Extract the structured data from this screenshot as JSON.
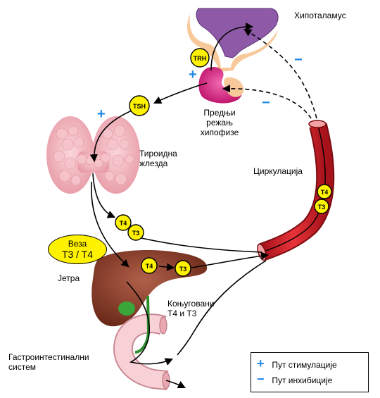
{
  "labels": {
    "hypothalamus": "Хипоталамус",
    "anterior_pituitary": [
      "Предњи",
      "режањ",
      "хипофизе"
    ],
    "thyroid": [
      "Тироидна",
      "жлезда"
    ],
    "circulation": "Циркулација",
    "liver": "Јетра",
    "gi_system": [
      "Гастроинтестинални",
      "систем"
    ],
    "conjugated": [
      "Коњуговани",
      "T4 и T3"
    ],
    "link_title": "Веза",
    "link_value": "T3 / T4"
  },
  "hormones": {
    "trh": "TRH",
    "tsh": "TSH",
    "t4": "T4",
    "t3": "T3"
  },
  "signs": {
    "plus": "+",
    "minus": "−"
  },
  "legend": {
    "stimulation": "Пут стимулације",
    "inhibition": "Пут инхибиције"
  },
  "colors": {
    "stimulation": "#1e88e5",
    "inhibition": "#1e88e5",
    "hormone_fill": "#fff200",
    "hypothalamus": "#8e5aa8",
    "pituitary_stalk": "#f7c99a",
    "pituitary": "#e8338f",
    "thyroid": "#f2b8c0",
    "vessel": "#d81f26",
    "liver": "#8b3a2a",
    "gallbladder": "#3aa63a",
    "intestine": "#f6c6cc"
  }
}
